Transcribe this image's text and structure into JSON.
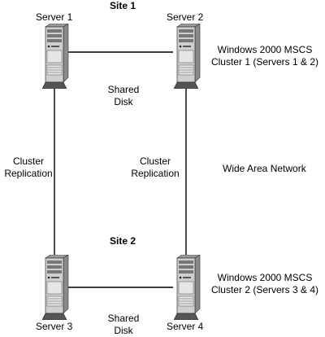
{
  "sites": {
    "site1": "Site 1",
    "site2": "Site 2"
  },
  "servers": [
    {
      "label": "Server 1"
    },
    {
      "label": "Server 2"
    },
    {
      "label": "Server 3"
    },
    {
      "label": "Server 4"
    }
  ],
  "clusters": {
    "cluster1": {
      "line1": "Windows 2000 MSCS",
      "line2": "Cluster 1 (Servers 1 & 2)"
    },
    "cluster2": {
      "line1": "Windows 2000 MSCS",
      "line2": "Cluster 2 (Servers 3 & 4)"
    }
  },
  "shared_disk": {
    "line1": "Shared",
    "line2": "Disk"
  },
  "replication": {
    "line1": "Cluster",
    "line2": "Replication"
  },
  "wan": "Wide Area Network",
  "colors": {
    "line": "#000000",
    "server_body": "#c8c8c8",
    "server_dark": "#6e6e6e",
    "background": "#ffffff"
  }
}
